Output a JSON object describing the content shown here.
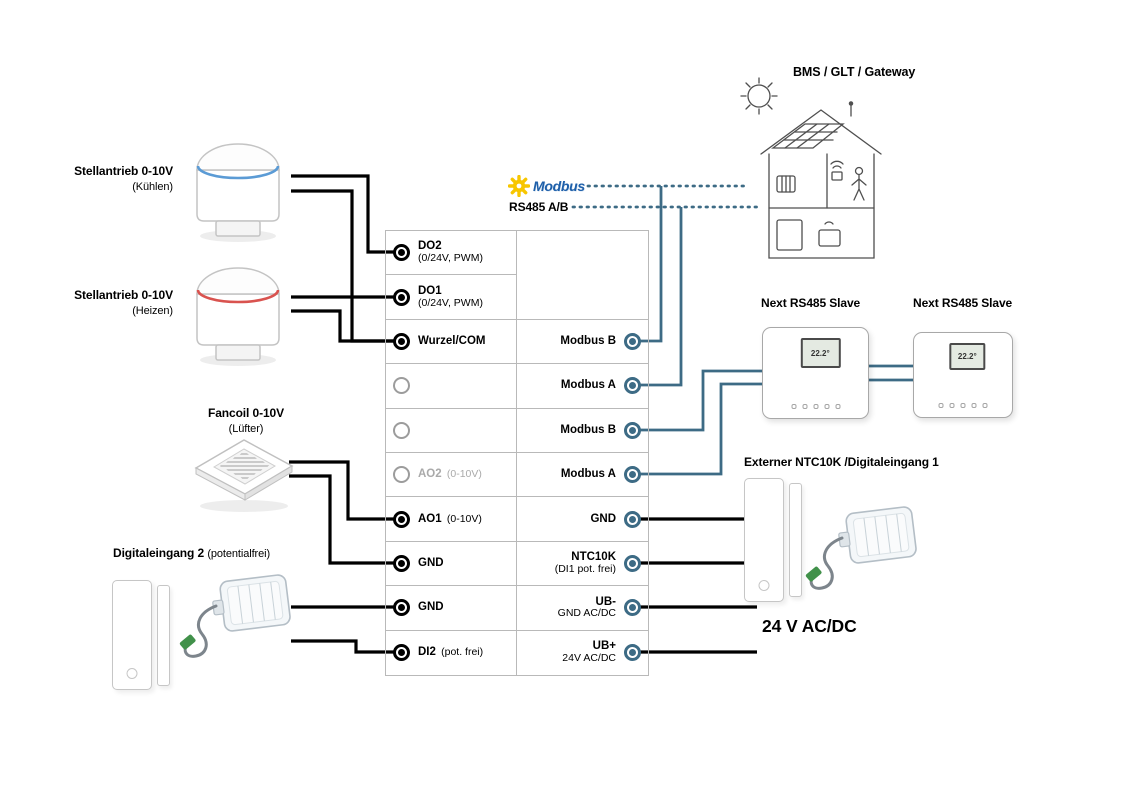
{
  "colors": {
    "wire_black": "#000000",
    "bus_blue": "#3d6b85",
    "modbus_yellow": "#f7c600",
    "modbus_text_blue": "#1e5fa9",
    "ring_cool_blue": "#5b9bd5",
    "ring_heat_red": "#d9534f",
    "connector_green": "#41914a"
  },
  "bus": {
    "modbus_label": "Modbus",
    "rs485_label": "RS485 A/B"
  },
  "devices": {
    "actuator_cool": {
      "label": "Stellantrieb 0-10V",
      "sublabel": "(Kühlen)"
    },
    "actuator_heat": {
      "label": "Stellantrieb 0-10V",
      "sublabel": "(Heizen)"
    },
    "fancoil": {
      "label": "Fancoil 0-10V",
      "sublabel": "(Lüfter)"
    },
    "digital_input_2": {
      "label": "Digitaleingang 2",
      "sublabel": "(potentialfrei)"
    },
    "bms_gateway": {
      "label": "BMS / GLT / Gateway"
    },
    "rs485_slave_1": {
      "label": "Next RS485 Slave",
      "display": "22.2°"
    },
    "rs485_slave_2": {
      "label": "Next RS485 Slave",
      "display": "22.2°"
    },
    "external_ntc": {
      "label": "Externer NTC10K /Digitaleingang 1"
    },
    "power_supply": {
      "label": "24 V AC/DC"
    }
  },
  "terminals": {
    "left": [
      {
        "name": "DO2",
        "detail": "(0/24V, PWM)"
      },
      {
        "name": "DO1",
        "detail": "(0/24V, PWM)"
      },
      {
        "name": "Wurzel/COM",
        "detail": ""
      },
      {
        "name": "",
        "detail": ""
      },
      {
        "name": "",
        "detail": ""
      },
      {
        "name": "AO2",
        "detail": "(0-10V)"
      },
      {
        "name": "AO1",
        "detail": "(0-10V)"
      },
      {
        "name": "GND",
        "detail": ""
      },
      {
        "name": "GND",
        "detail": ""
      },
      {
        "name": "DI2",
        "detail": "(pot. frei)"
      }
    ],
    "right": [
      {
        "name": "Modbus B",
        "detail": ""
      },
      {
        "name": "Modbus A",
        "detail": ""
      },
      {
        "name": "Modbus B",
        "detail": ""
      },
      {
        "name": "Modbus A",
        "detail": ""
      },
      {
        "name": "GND",
        "detail": ""
      },
      {
        "name": "NTC10K",
        "detail": "(DI1 pot. frei)"
      },
      {
        "name": "UB-",
        "detail": "GND AC/DC"
      },
      {
        "name": "UB+",
        "detail": "24V AC/DC"
      }
    ]
  }
}
